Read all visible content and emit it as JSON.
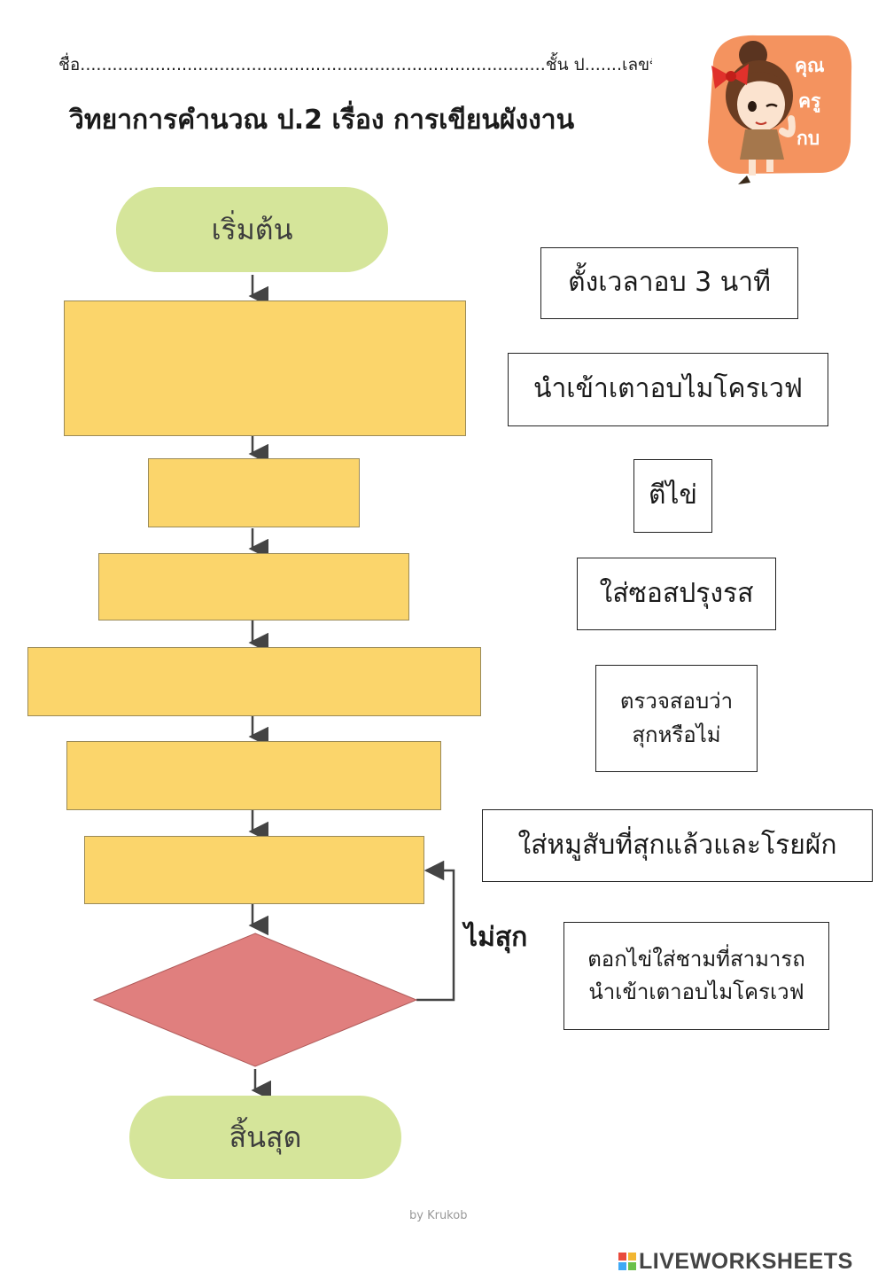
{
  "header": {
    "name_line": "ชื่อ.......................................................................................ชั้น  ป.......เลขที่...............",
    "title": "วิทยาการคำนวณ ป.2 เรื่อง การเขียนผังงาน"
  },
  "logo": {
    "text_lines": [
      "คุณ",
      "ครู",
      "กบ"
    ],
    "bg_color": "#f4935f"
  },
  "flowchart": {
    "start_label": "เริ่มต้น",
    "end_label": "สิ้นสุด",
    "decision_no_label": "ไม่สุก",
    "process_color": "#fbd56b",
    "terminal_color": "#d5e59a",
    "decision_color": "#e07f7e"
  },
  "options": [
    {
      "text": "ตั้งเวลาอบ 3 นาที"
    },
    {
      "text": "นำเข้าเตาอบไมโครเวฟ"
    },
    {
      "text": "ตีไข่"
    },
    {
      "text": "ใส่ซอสปรุงรส"
    },
    {
      "line1": "ตรวจสอบว่า",
      "line2": "สุกหรือไม่"
    },
    {
      "text": "ใส่หมูสับที่สุกแล้วและโรยผัก"
    },
    {
      "line1": "ตอกไข่ใส่ชามที่สามารถ",
      "line2": "นำเข้าเตาอบไมโครเวฟ"
    }
  ],
  "footer": {
    "by": "by Krukob",
    "brand": "LIVEWORKSHEETS",
    "brand_colors": [
      "#e94b3c",
      "#f2b632",
      "#3fa9f5",
      "#6cc04a"
    ]
  }
}
